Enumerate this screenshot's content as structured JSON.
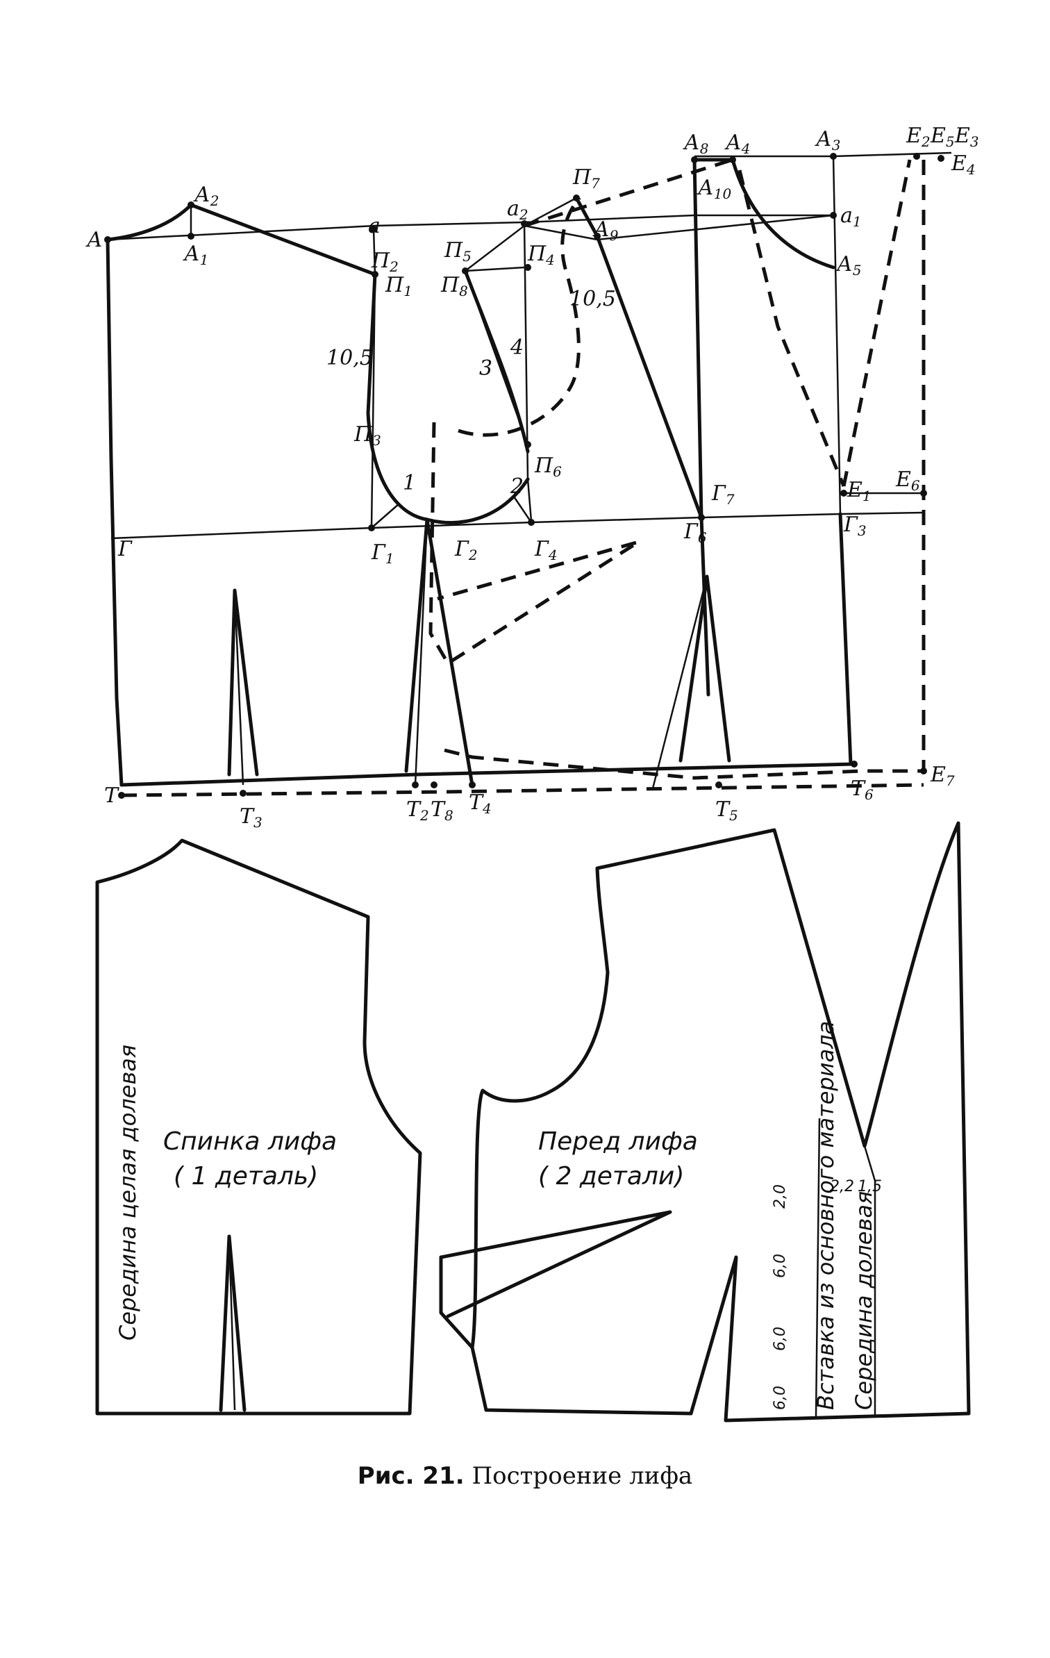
{
  "caption": {
    "figure": "Рис. 21.",
    "title": "Построение лифа"
  },
  "points": {
    "A": "А",
    "A1": "А",
    "A1_sub": "1",
    "A2": "А",
    "A2_sub": "2",
    "a": "а",
    "a2": "а",
    "a2_sub": "2",
    "a1": "а",
    "a1_sub": "1",
    "P1": "П",
    "P1_sub": "1",
    "P2": "П",
    "P2_sub": "2",
    "P3": "П",
    "P3_sub": "3",
    "P4": "П",
    "P4_sub": "4",
    "P5": "П",
    "P5_sub": "5",
    "P6": "П",
    "P6_sub": "6",
    "P7": "П",
    "P7_sub": "7",
    "P8": "П",
    "P8_sub": "8",
    "A3": "А",
    "A3_sub": "3",
    "A4": "А",
    "A4_sub": "4",
    "A5": "А",
    "A5_sub": "5",
    "A8": "А",
    "A8_sub": "8",
    "A9": "А",
    "A9_sub": "9",
    "A10": "А",
    "A10_sub": "10",
    "E1": "Е",
    "E1_sub": "1",
    "E2": "Е",
    "E2_sub": "2",
    "E3": "Е",
    "E3_sub": "3",
    "E4": "Е",
    "E4_sub": "4",
    "E5": "Е",
    "E5_sub": "5",
    "E6": "Е",
    "E6_sub": "6",
    "E7": "Е",
    "E7_sub": "7",
    "G": "Г",
    "G1": "Г",
    "G1_sub": "1",
    "G2": "Г",
    "G2_sub": "2",
    "G3": "Г",
    "G3_sub": "3",
    "G4": "Г",
    "G4_sub": "4",
    "G6": "Г",
    "G6_sub": "6",
    "G7": "Г",
    "G7_sub": "7",
    "T": "Т",
    "T2": "Т",
    "T2_sub": "2",
    "T3": "Т",
    "T3_sub": "3",
    "T4": "Т",
    "T4_sub": "4",
    "T5": "Т",
    "T5_sub": "5",
    "T6": "Т",
    "T6_sub": "6",
    "T8": "Т",
    "T8_sub": "8"
  },
  "measures": {
    "back_armhole": "10,5",
    "front_armhole": "10,5",
    "mark1": "1",
    "mark2": "2",
    "mark3": "3",
    "mark4": "4"
  },
  "pieces": {
    "back": {
      "name": "Спинка лифа",
      "count": "( 1 деталь)",
      "side": "Середина целая долевая"
    },
    "front": {
      "name": "Перед лифа",
      "count": "( 2 детали)",
      "insert": "Вставка из основного материала",
      "center": "Середина долевая"
    }
  },
  "dimensions": {
    "d20": "2,0",
    "d60a": "6,0",
    "d60b": "6,0",
    "d60c": "6,0",
    "d22": "2,2",
    "d15": "1,5"
  }
}
